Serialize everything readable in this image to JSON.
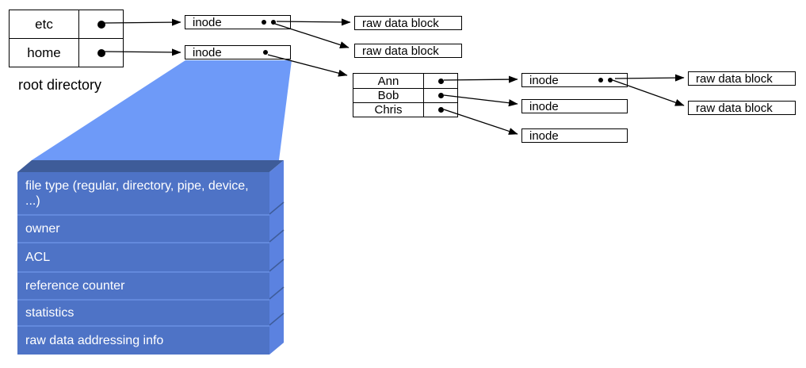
{
  "colors": {
    "funnel": "#6E9AF8",
    "inode_front": "#4E73C6",
    "inode_side": "#5B82E0",
    "inode_top": "#3E5C99",
    "row_divider": "#6389DC",
    "line": "#000000",
    "box_bg": "#FFFFFF"
  },
  "root_directory": {
    "caption": "root directory",
    "entries": [
      "etc",
      "home"
    ]
  },
  "labels": {
    "inode": "inode",
    "raw_data_block": "raw data block"
  },
  "home_directory": {
    "entries": [
      "Ann",
      "Bob",
      "Chris"
    ]
  },
  "inode_structure": {
    "fields": [
      "file type (regular, directory, pipe, device, ...)",
      "owner",
      "ACL",
      "reference counter",
      "statistics",
      "raw data addressing info"
    ]
  }
}
